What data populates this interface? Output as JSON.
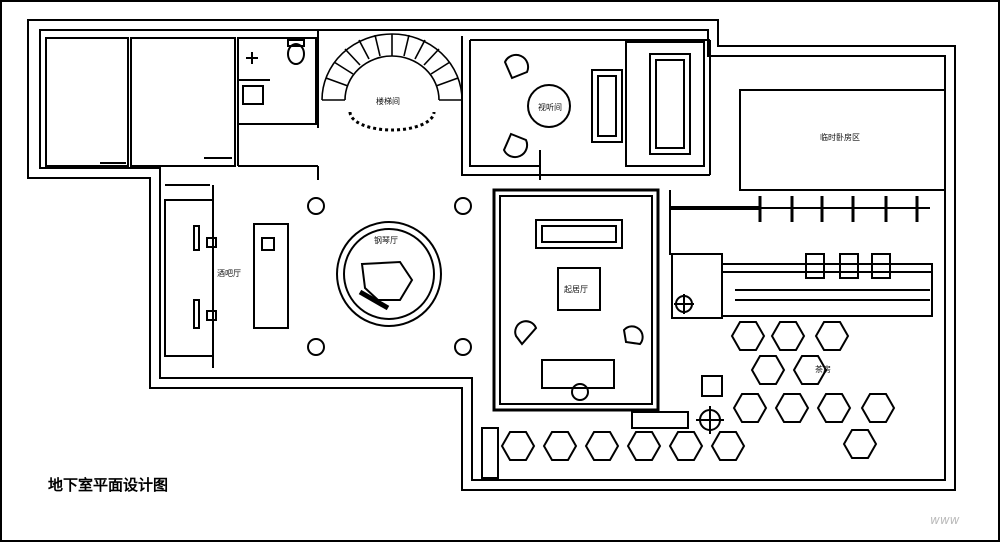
{
  "plan": {
    "title": "地下室平面设计图",
    "rooms": {
      "stair": "楼梯间",
      "av": "视听间",
      "guest": "临时卧房区",
      "bar": "酒吧厅",
      "piano": "钢琴厅",
      "living": "起居厅",
      "tea": "茶房"
    },
    "watermark": "www"
  }
}
